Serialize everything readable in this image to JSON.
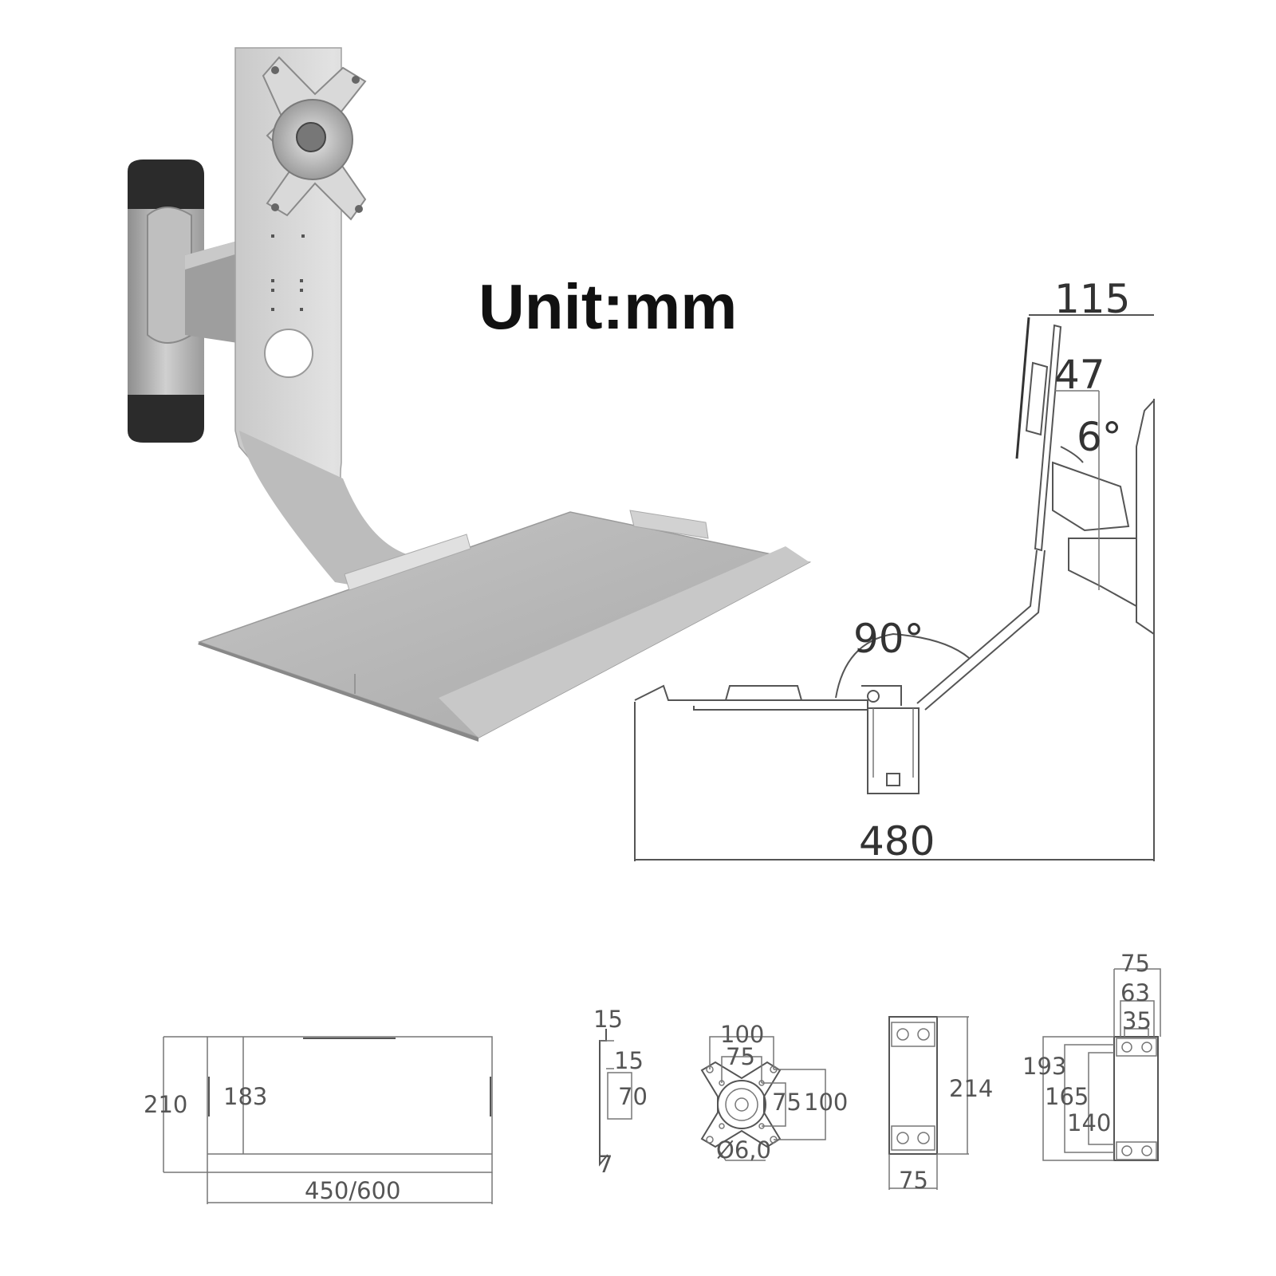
{
  "title": "Unit:mm",
  "side_view": {
    "dim_depth": "115",
    "dim_offset": "47",
    "tilt_angle": "6°",
    "tray_angle": "90°",
    "dim_reach": "480"
  },
  "tray_plan": {
    "dim_height_outer": "210",
    "dim_height_inner": "183",
    "dim_width": "450/600"
  },
  "tray_profile": {
    "dim_lip_top": "15",
    "dim_lip_inner": "15",
    "dim_height": "70",
    "dim_hook": "7"
  },
  "vesa_plate": {
    "dim_outer_width": "100",
    "dim_inner_width": "75",
    "dim_inner_height": "75",
    "dim_outer_height": "100",
    "dim_hole": "Ø6,0"
  },
  "wall_plate": {
    "dim_height": "214",
    "dim_width": "75"
  },
  "wall_bracket": {
    "dim_w1": "75",
    "dim_w2": "63",
    "dim_w3": "35",
    "dim_h1": "193",
    "dim_h2": "165",
    "dim_h3": "140"
  },
  "colors": {
    "metal_light": "#d6d6d6",
    "metal_mid": "#b3b3b3",
    "metal_dark": "#8a8a8a",
    "rubber": "#2b2b2b",
    "line": "#555555"
  }
}
